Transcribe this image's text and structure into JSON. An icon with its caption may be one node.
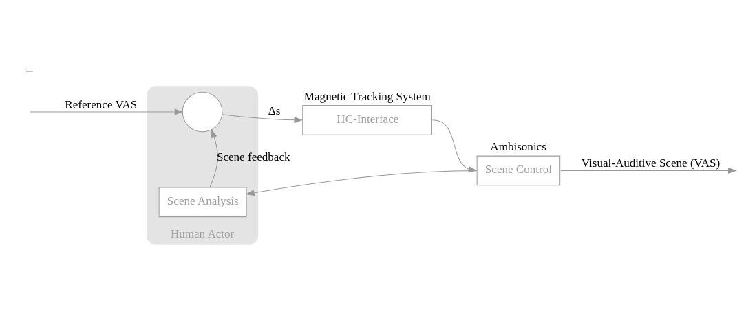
{
  "diagram": {
    "nodes": [
      {
        "text": [
          "Human Actor"
        ]
      },
      {
        "text": [],
        "shape": "circle",
        "in": 0
      },
      {
        "text": [
          "HC-Interface"
        ],
        "beside": [
          "Magnetic Tracking System"
        ]
      },
      {
        "text": [
          "Scene Control"
        ],
        "beside": [
          "Ambisonics"
        ]
      },
      {
        "text": [
          "Scene Analysis"
        ],
        "in": 0
      }
    ],
    "edges": [
      {
        "from": null,
        "to": 1,
        "arrow": "to",
        "label": "Reference VAS"
      },
      {
        "from": 1,
        "to": 2,
        "arrow": "to",
        "label": "Δs"
      },
      {
        "from": 2,
        "to": 3,
        "arrow": "to"
      },
      {
        "from": 3,
        "to": null,
        "arrow": "to",
        "label": "Visual-Auditive Scene (VAS)"
      },
      {
        "from": 3,
        "to": 4,
        "arrow": "to"
      },
      {
        "from": 4,
        "to": 1,
        "arrow": "to",
        "label": "Scene feedback"
      }
    ],
    "labels": [
      "−"
    ]
  }
}
